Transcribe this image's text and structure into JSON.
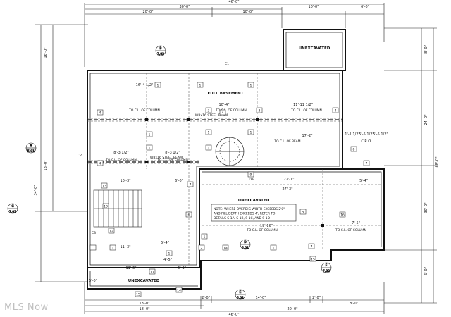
{
  "plan": {
    "rooms": {
      "full_basement": "FULL BASEMENT",
      "unexcavated_top": "UNEXCAVATED",
      "unexcavated_mid": "UNEXCAVATED",
      "unexcavated_bottom": "UNEXCAVATED"
    },
    "beams": {
      "steel_beam_1": "W8x16 STEEL BEAM",
      "steel_beam_2": "W8x16 STEEL BEAM"
    },
    "note": [
      "NOTE: WHERE OVERDIG WIDTH EXCEEDS 2'0\"",
      "AND FILL DEPTH EXCEEDS 4', REFER TO",
      "DETAILS S-1A, S-1B, S-1C, AND S-1D"
    ],
    "dims_top": {
      "overall": "46'-0\"",
      "left": "30'-0\"",
      "a": "20'-0\"",
      "b": "10'-0\"",
      "c": "10'-0\"",
      "d": "6'-0\""
    },
    "dims_bottom": {
      "a": "18'-0\"",
      "b": "2'-0\"",
      "c": "14'-0\"",
      "d": "2'-0\"",
      "e": "8'-0\"",
      "f": "20'-0\"",
      "g": "18'-0\"",
      "overall": "46'-0\""
    },
    "dims_left": {
      "a": "16'-0\"",
      "b": "18'-0\"",
      "c": "34'-0\""
    },
    "dims_right": {
      "a": "8'-0\"",
      "b": "24'-0\"",
      "c": "68'-0\"",
      "d": "30'-0\"",
      "e": "6'-0\""
    },
    "interior_dims": [
      "16'-4 1/2\"",
      "10'-4\"",
      "11'-11 1/2\"",
      "17'-2\"",
      "1'-1 1/2\"",
      "5'-5 1/2\"",
      "5'-5 1/2\"",
      "C.R.O.",
      "8'-3 1/2\"",
      "8'-3 1/2\"",
      "10'-3\"",
      "6'-0\"",
      "22'-1\"",
      "27'-3\"",
      "5'-4\"",
      "11'-3\"",
      "5'-4\"",
      "19'-10\"",
      "7'-5\"",
      "11'-6\"",
      "5'-3\"",
      "4'-5\"",
      "5'-0\""
    ],
    "column_notes": [
      "TO C.L. OF COLUMN",
      "TO C.L. OF COLUMN",
      "TO C.L. OF COLUMN",
      "TO C.L. OF BEAM",
      "TO C.L. OF COLUMN",
      "TO C.L. OF COLUMN",
      "TO C.L. OF COLUMN",
      "TO C.L. OF COLUMN"
    ],
    "tags": [
      "1",
      "1",
      "1",
      "1",
      "1",
      "1",
      "1",
      "1",
      "1",
      "1",
      "1",
      "1",
      "2",
      "3",
      "3",
      "4",
      "4",
      "4",
      "4",
      "5",
      "6",
      "7",
      "7",
      "7",
      "8",
      "9",
      "10",
      "11",
      "12",
      "13",
      "14",
      "14",
      "15",
      "15",
      "16",
      "17"
    ],
    "sections": [
      {
        "top": "B",
        "bottom": "7.02"
      },
      {
        "top": "A",
        "bottom": "5.01"
      },
      {
        "top": "C",
        "bottom": "7.02"
      },
      {
        "top": "D",
        "bottom": "5.01"
      },
      {
        "top": "E",
        "bottom": "5.01"
      },
      {
        "top": "F",
        "bottom": "7.02"
      }
    ],
    "grid_markers": [
      "C1",
      "C2",
      "C3"
    ],
    "misc": {
      "typ": "TYP.",
      "crawl": "C.R.O."
    }
  },
  "watermark": "MLS Now"
}
